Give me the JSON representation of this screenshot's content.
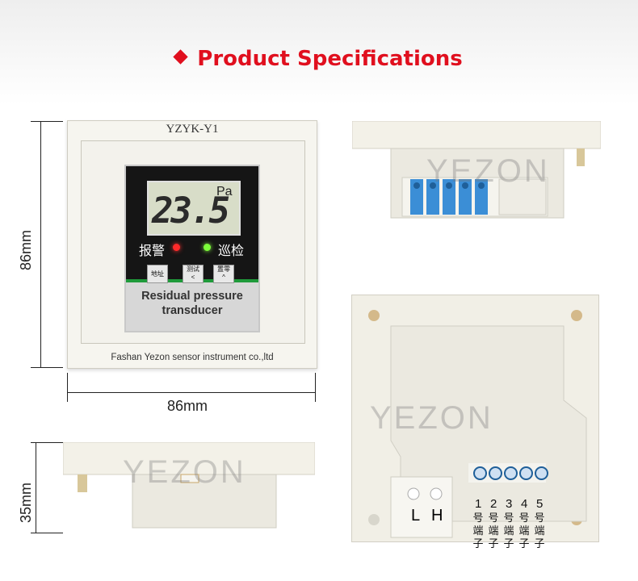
{
  "header": {
    "title": "Product Specifications"
  },
  "front": {
    "model": "YZYK-Y1",
    "display_value": "23.5",
    "display_unit": "Pa",
    "alarm_label": "报警",
    "inspect_label": "巡检",
    "buttons": [
      {
        "top": "",
        "bottom": "地址"
      },
      {
        "top": "测试",
        "bottom": "<"
      },
      {
        "top": "置零",
        "bottom": "^"
      }
    ],
    "description_line1": "Residual pressure",
    "description_line2": "transducer",
    "company": "Fashan Yezon sensor instrument co.,ltd"
  },
  "dimensions": {
    "height": "86mm",
    "width": "86mm",
    "depth": "35mm"
  },
  "watermark": "YEZON",
  "back": {
    "power_labels": [
      "L",
      "H"
    ],
    "terminals": [
      {
        "num": "1",
        "c1": "号",
        "c2": "端",
        "c3": "子"
      },
      {
        "num": "2",
        "c1": "号",
        "c2": "端",
        "c3": "子"
      },
      {
        "num": "3",
        "c1": "号",
        "c2": "端",
        "c3": "子"
      },
      {
        "num": "4",
        "c1": "号",
        "c2": "端",
        "c3": "子"
      },
      {
        "num": "5",
        "c1": "号",
        "c2": "端",
        "c3": "子"
      }
    ]
  },
  "colors": {
    "title": "#e00f1e",
    "panel": "#f3f1e8",
    "terminal_blue": "#3b8ed6"
  }
}
